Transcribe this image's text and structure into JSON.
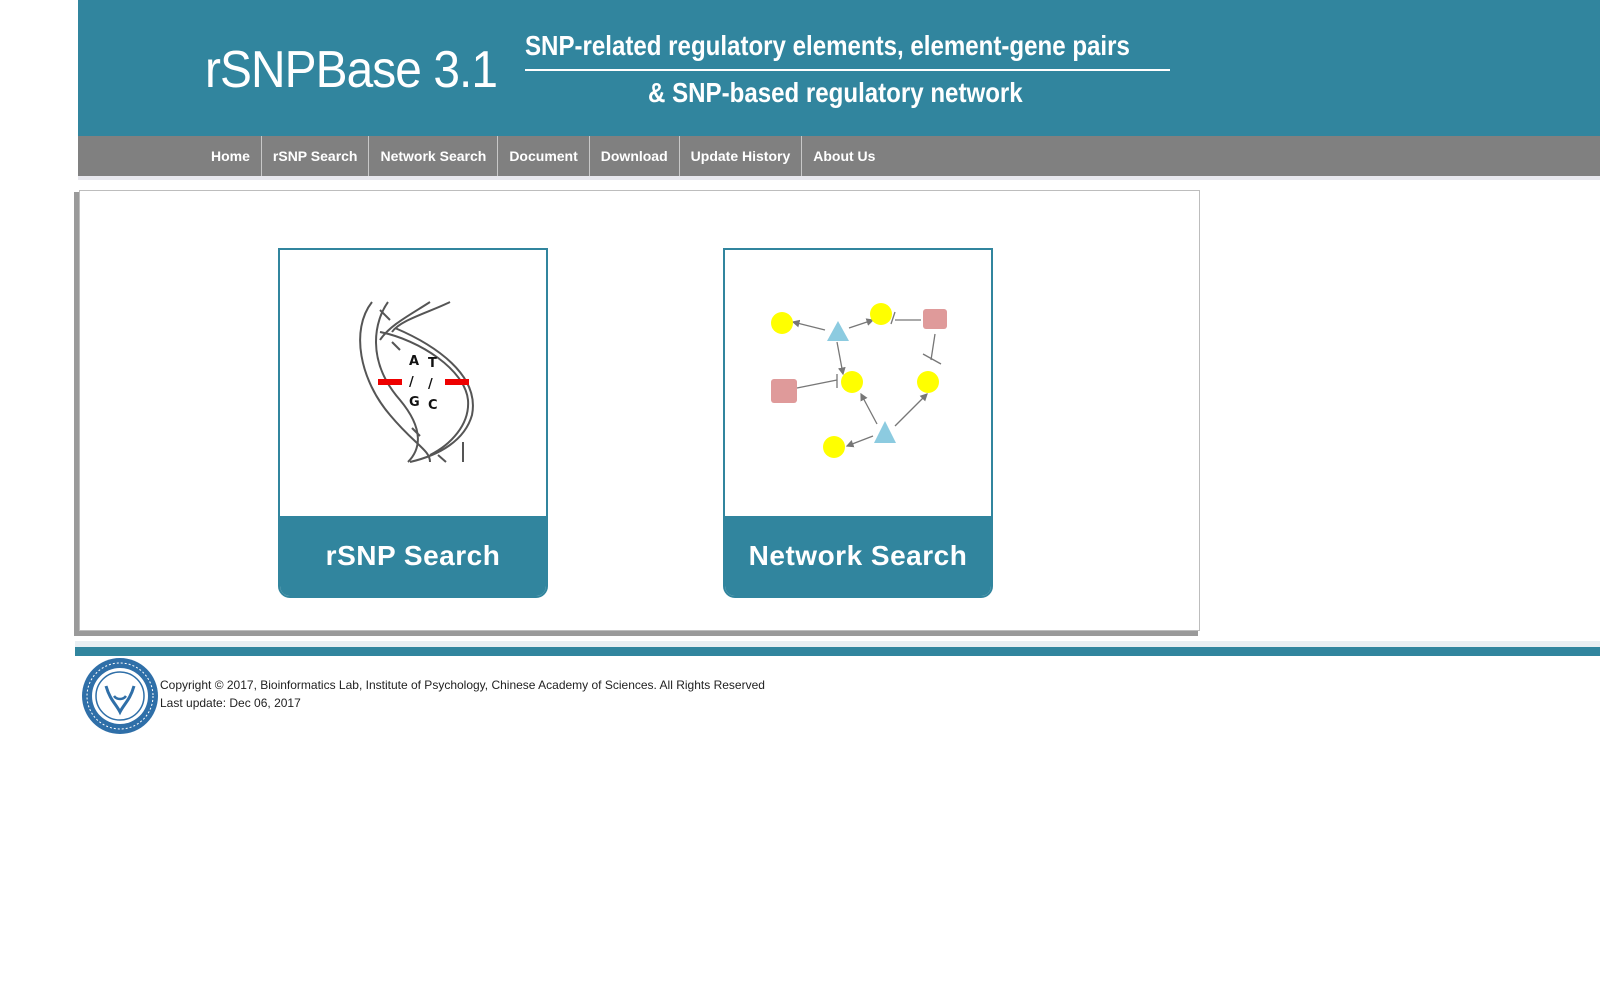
{
  "header": {
    "title": "rSNPBase 3.1",
    "tagline_line1": "SNP-related regulatory elements,  element-gene pairs",
    "tagline_line2": "& SNP-based regulatory network"
  },
  "nav": {
    "items": [
      "Home",
      "rSNP Search",
      "Network Search",
      "Document",
      "Download",
      "Update History",
      "About Us"
    ]
  },
  "cards": {
    "rsnp": {
      "label": "rSNP Search",
      "allele_a": "A",
      "allele_g": "G",
      "allele_t": "T",
      "allele_c": "C",
      "slash": "/"
    },
    "network": {
      "label": "Network Search"
    }
  },
  "colors": {
    "brand": "#31859e",
    "nav": "#808080",
    "node_yellow": "#ffff00",
    "node_pink": "#df9a9a",
    "node_blue": "#8ccbe0",
    "snp_red": "#ee0000"
  },
  "footer": {
    "copyright": "Copyright © 2017, Bioinformatics Lab, Institute of Psychology, Chinese Academy of Sciences. All Rights Reserved",
    "last_update": "Last update: Dec 06, 2017"
  }
}
